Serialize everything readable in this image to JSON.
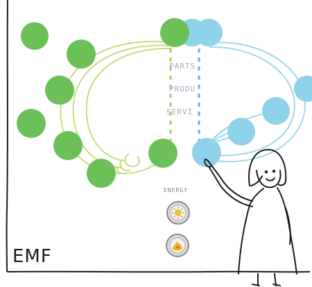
{
  "sketch": {
    "corner_label": "EMF",
    "center_labels": [
      "PARTS",
      "PRODU",
      "SERVI"
    ],
    "energy_label": "ENERGY"
  },
  "colors": {
    "green_dot": "#6cc058",
    "blue_dot": "#8fd3ea",
    "green_stroke": "#c9dc7c",
    "blue_stroke": "#9fd8ec",
    "ink": "#1a1a1a",
    "label_ink": "#a9a9c4"
  },
  "icons": {
    "energy_coin_1": "sun-icon",
    "energy_coin_2": "flame-icon",
    "figure": "stick-figure-woman"
  }
}
